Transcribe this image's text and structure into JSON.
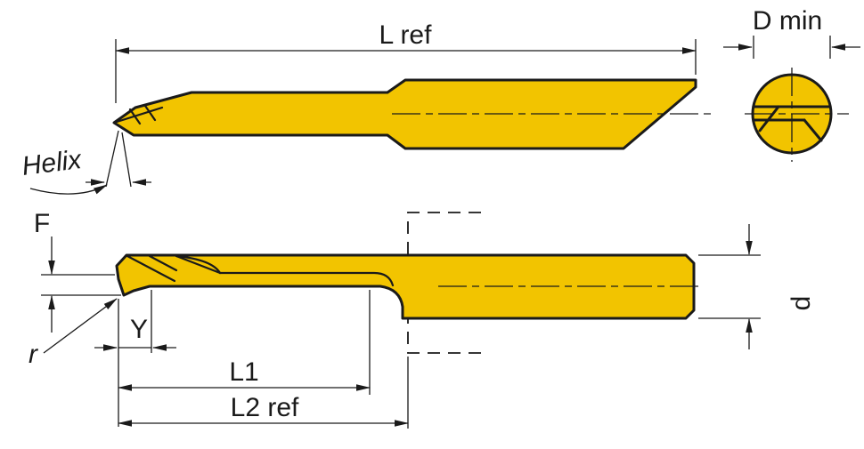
{
  "labels": {
    "l_ref": "L ref",
    "d_min": "D min",
    "helix": "Helix",
    "f": "F",
    "r": "r",
    "y": "Y",
    "l1": "L1",
    "l2_ref": "L2 ref",
    "d": "d"
  },
  "colors": {
    "tool_fill": "#F2C400",
    "ink": "#1A1A1A",
    "background": "#FFFFFF"
  }
}
